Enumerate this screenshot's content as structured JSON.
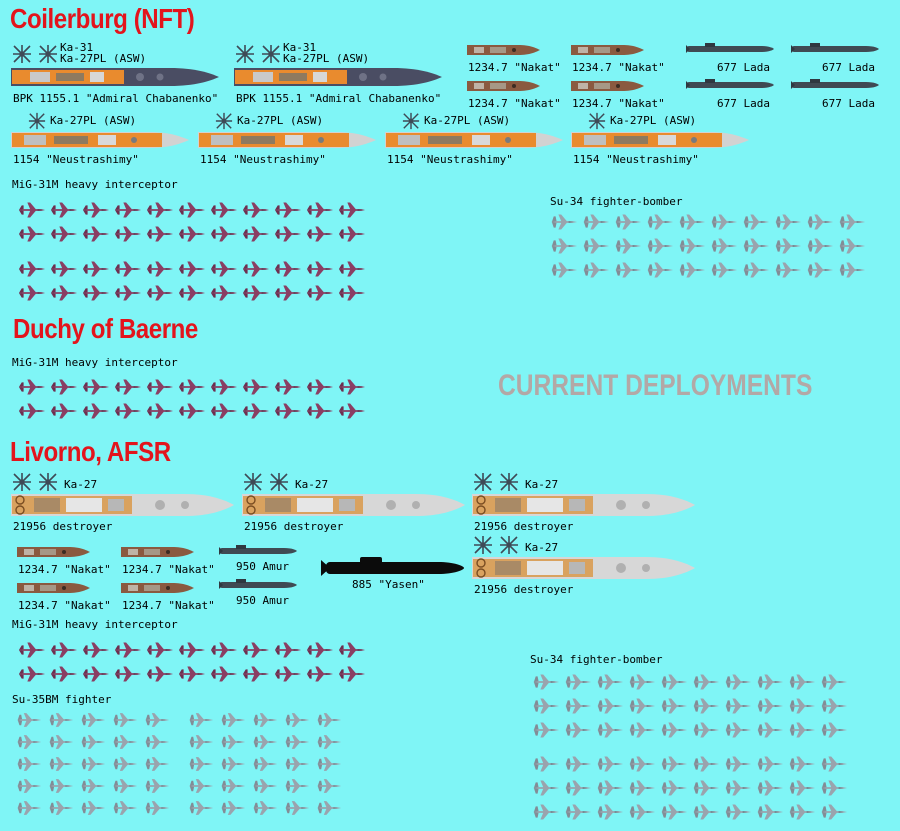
{
  "sections": [
    {
      "name": "Coilerburg (NFT)"
    },
    {
      "name": "Duchy of Baerne"
    },
    {
      "name": "Livorno, AFSR"
    }
  ],
  "overlay_title": "CURRENT DEPLOYMENTS",
  "units": {
    "bpk": {
      "class": "BPK 1155.1 \"Admiral Chabanenko\"",
      "heli_1": "Ka-31",
      "heli_2": "Ka-27PL (ASW)"
    },
    "neustrashimy": {
      "class": "1154 \"Neustrashimy\"",
      "heli": "Ka-27PL (ASW)"
    },
    "nakat": {
      "class": "1234.7 \"Nakat\""
    },
    "lada": {
      "class": "677 Lada"
    },
    "destroyer": {
      "class": "21956 destroyer",
      "heli": "Ka-27"
    },
    "amur": {
      "class": "950 Amur"
    },
    "yasen": {
      "class": "885 \"Yasen\""
    }
  },
  "aircraft": {
    "mig31": "MiG-31M heavy interceptor",
    "su34": "Su-34 fighter-bomber",
    "su35": "Su-35BM fighter"
  },
  "colors": {
    "background": "#7ff5f6",
    "heading": "#e3141c",
    "overlay": "#b3a8a6",
    "mig_jet": "#8a3e63",
    "su_jet": "#9aa3ad"
  }
}
